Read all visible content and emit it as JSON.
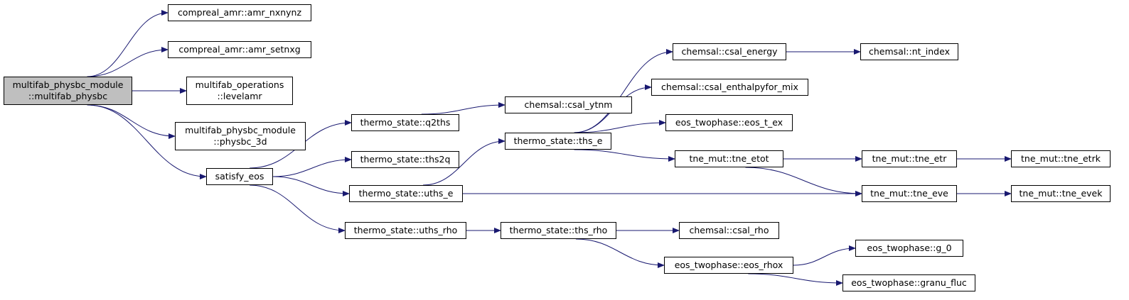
{
  "graph": {
    "colors": {
      "edge": "#191970",
      "root_fill": "#bfbfbf",
      "node_fill": "#ffffff",
      "border": "#000000"
    },
    "nodes": {
      "root": {
        "lines": [
          "multifab_physbc_module",
          "::multifab_physbc"
        ]
      },
      "amr_nxnynz": {
        "lines": [
          "compreal_amr::amr_nxnynz"
        ]
      },
      "amr_setnxg": {
        "lines": [
          "compreal_amr::amr_setnxg"
        ]
      },
      "levelamr": {
        "lines": [
          "multifab_operations",
          "::levelamr"
        ]
      },
      "physbc_3d": {
        "lines": [
          "multifab_physbc_module",
          "::physbc_3d"
        ]
      },
      "satisfy_eos": {
        "lines": [
          "satisfy_eos"
        ]
      },
      "q2ths": {
        "lines": [
          "thermo_state::q2ths"
        ]
      },
      "ths2q": {
        "lines": [
          "thermo_state::ths2q"
        ]
      },
      "uths_e": {
        "lines": [
          "thermo_state::uths_e"
        ]
      },
      "uths_rho": {
        "lines": [
          "thermo_state::uths_rho"
        ]
      },
      "csal_ytnm": {
        "lines": [
          "chemsal::csal_ytnm"
        ]
      },
      "ths_e": {
        "lines": [
          "thermo_state::ths_e"
        ]
      },
      "ths_rho": {
        "lines": [
          "thermo_state::ths_rho"
        ]
      },
      "csal_energy": {
        "lines": [
          "chemsal::csal_energy"
        ]
      },
      "csal_enthalpy": {
        "lines": [
          "chemsal::csal_enthalpyfor_mix"
        ]
      },
      "eos_t_ex": {
        "lines": [
          "eos_twophase::eos_t_ex"
        ]
      },
      "tne_etot": {
        "lines": [
          "tne_mut::tne_etot"
        ]
      },
      "csal_rho": {
        "lines": [
          "chemsal::csal_rho"
        ]
      },
      "eos_rhox": {
        "lines": [
          "eos_twophase::eos_rhox"
        ]
      },
      "nt_index": {
        "lines": [
          "chemsal::nt_index"
        ]
      },
      "tne_etr": {
        "lines": [
          "tne_mut::tne_etr"
        ]
      },
      "tne_eve": {
        "lines": [
          "tne_mut::tne_eve"
        ]
      },
      "g_0": {
        "lines": [
          "eos_twophase::g_0"
        ]
      },
      "granu_fluc": {
        "lines": [
          "eos_twophase::granu_fluc"
        ]
      },
      "tne_etrk": {
        "lines": [
          "tne_mut::tne_etrk"
        ]
      },
      "tne_evek": {
        "lines": [
          "tne_mut::tne_evek"
        ]
      }
    },
    "edges": [
      [
        "root",
        "amr_nxnynz"
      ],
      [
        "root",
        "amr_setnxg"
      ],
      [
        "root",
        "levelamr"
      ],
      [
        "root",
        "physbc_3d"
      ],
      [
        "root",
        "satisfy_eos"
      ],
      [
        "satisfy_eos",
        "q2ths"
      ],
      [
        "satisfy_eos",
        "ths2q"
      ],
      [
        "satisfy_eos",
        "uths_e"
      ],
      [
        "satisfy_eos",
        "uths_rho"
      ],
      [
        "q2ths",
        "csal_ytnm"
      ],
      [
        "uths_e",
        "ths_e"
      ],
      [
        "uths_e",
        "tne_eve"
      ],
      [
        "uths_rho",
        "ths_rho"
      ],
      [
        "ths_e",
        "csal_energy"
      ],
      [
        "ths_e",
        "csal_enthalpy"
      ],
      [
        "ths_e",
        "eos_t_ex"
      ],
      [
        "ths_e",
        "tne_etot"
      ],
      [
        "ths_rho",
        "csal_rho"
      ],
      [
        "ths_rho",
        "eos_rhox"
      ],
      [
        "csal_energy",
        "nt_index"
      ],
      [
        "tne_etot",
        "tne_etr"
      ],
      [
        "tne_etot",
        "tne_eve"
      ],
      [
        "tne_etr",
        "tne_etrk"
      ],
      [
        "tne_eve",
        "tne_evek"
      ],
      [
        "eos_rhox",
        "g_0"
      ],
      [
        "eos_rhox",
        "granu_fluc"
      ]
    ]
  }
}
